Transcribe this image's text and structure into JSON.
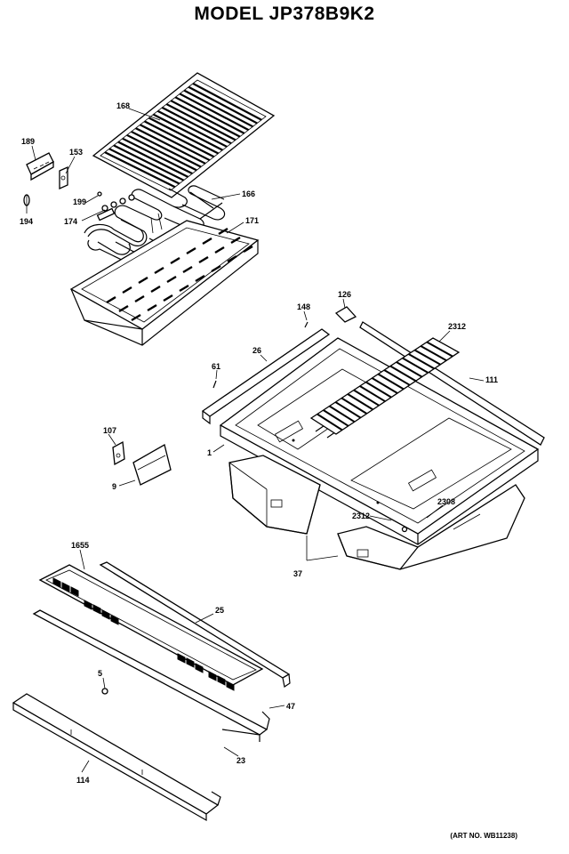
{
  "header": {
    "model_title": "MODEL JP378B9K2"
  },
  "footer": {
    "art_number": "(ART NO. WB11238)"
  },
  "parts": {
    "p168": "168",
    "p189": "189",
    "p153": "153",
    "p194": "194",
    "p199": "199",
    "p174": "174",
    "p166": "166",
    "p171": "171",
    "p148": "148",
    "p126": "126",
    "p2312": "2312",
    "p26": "26",
    "p61": "61",
    "p111": "111",
    "p107": "107",
    "p1": "1",
    "p9": "9",
    "p2308": "2308",
    "p2312b": "2312",
    "p37": "37",
    "p1655": "1655",
    "p25": "25",
    "p5": "5",
    "p47": "47",
    "p23": "23",
    "p114": "114"
  }
}
